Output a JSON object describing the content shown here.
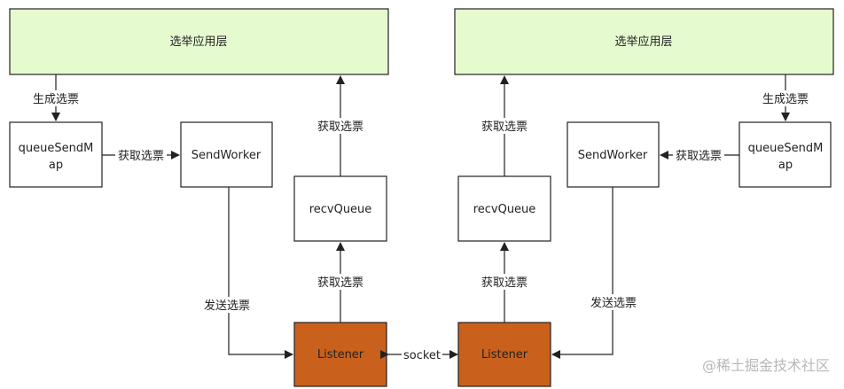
{
  "colors": {
    "app_fill": "#e6fad0",
    "listener_fill": "#c9611d",
    "box_fill": "#ffffff",
    "stroke": "#222222",
    "watermark": "#b8b8b8"
  },
  "left": {
    "app_layer": "选举应用层",
    "send_map_line1": "queueSendM",
    "send_map_line2": "ap",
    "send_worker": "SendWorker",
    "recv_queue": "recvQueue",
    "listener": "Listener",
    "label_generate": "生成选票",
    "label_get_map_worker": "获取选票",
    "label_send": "发送选票",
    "label_get_listener_queue": "获取选票",
    "label_get_queue_app": "获取选票"
  },
  "right": {
    "app_layer": "选举应用层",
    "send_map_line1": "queueSendM",
    "send_map_line2": "ap",
    "send_worker": "SendWorker",
    "recv_queue": "recvQueue",
    "listener": "Listener",
    "label_generate": "生成选票",
    "label_get_map_worker": "获取选票",
    "label_send": "发送选票",
    "label_get_listener_queue": "获取选票",
    "label_get_queue_app": "获取选票"
  },
  "socket_label": "socket",
  "watermark": "@稀土掘金技术社区"
}
